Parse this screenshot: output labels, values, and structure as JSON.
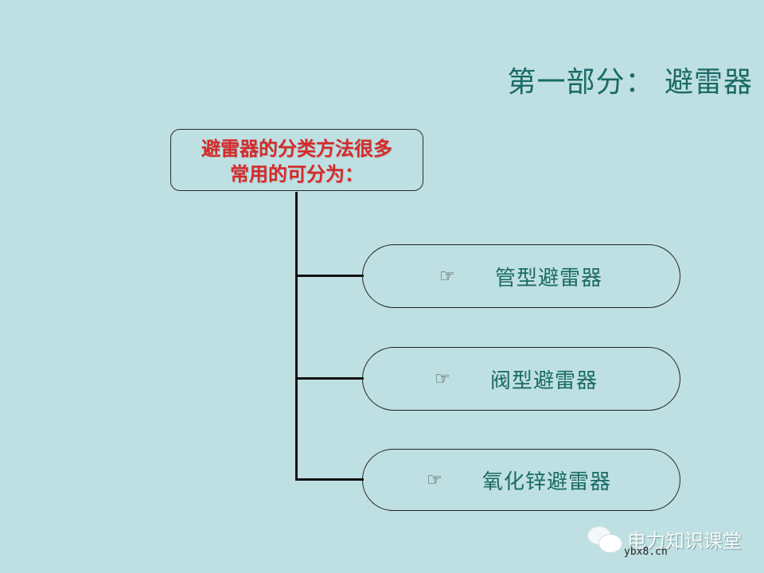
{
  "slide": {
    "title": "第一部分： 避雷器",
    "background_color": "#bfe0e2",
    "accent_color": "#1a6a66",
    "root_text_color": "#d42a2a"
  },
  "root": {
    "line1": "避雷器的分类方法很多",
    "line2": "常用的可分为："
  },
  "items": [
    {
      "icon": "pointing-hand-icon",
      "glyph": "☞",
      "label": "管型避雷器"
    },
    {
      "icon": "pointing-hand-icon",
      "glyph": "☞",
      "label": "阀型避雷器"
    },
    {
      "icon": "pointing-hand-icon",
      "glyph": "☞",
      "label": "氧化锌避雷器"
    }
  ],
  "watermark": {
    "text": "电力知识课堂",
    "url": "ybx8.cn"
  }
}
